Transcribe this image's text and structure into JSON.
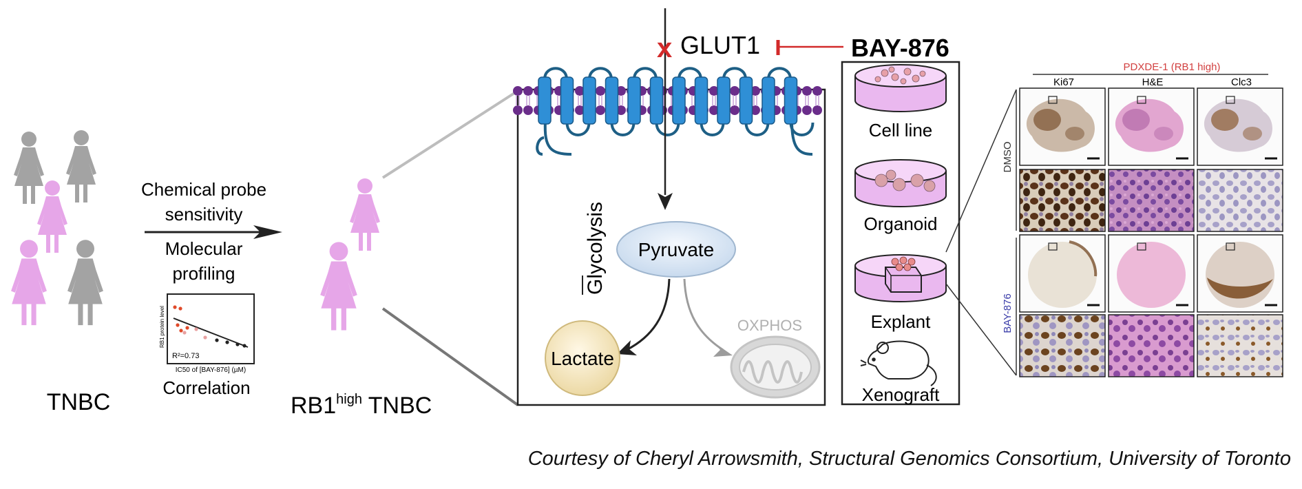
{
  "left": {
    "cohort_label": "TNBC",
    "arrow_text_top": [
      "Chemical probe",
      "sensitivity"
    ],
    "arrow_text_bottom": [
      "Molecular",
      "profiling"
    ],
    "scatter": {
      "ylabel": "RB1 protein level",
      "xlabel": "IC50 of [BAY-876] (µM)",
      "r2": "R²=0.73",
      "caption": "Correlation"
    },
    "selected_label_main": "RB1",
    "selected_label_sup": "high",
    "selected_label_suffix": " TNBC"
  },
  "cell": {
    "transporter": "GLUT1",
    "inhibitor": "BAY-876",
    "pathway": "Glycolysis",
    "pyruvate": "Pyruvate",
    "lactate": "Lactate",
    "oxphos": "OXPHOS"
  },
  "models": [
    "Cell line",
    "Organoid",
    "Explant",
    "Xenograft"
  ],
  "histology": {
    "title": "PDXDE-1 (RB1 high)",
    "columns": [
      "Ki67",
      "H&E",
      "Clc3"
    ],
    "rows": [
      "DMSO",
      "BAY-876"
    ]
  },
  "credit": "Courtesy of Cheryl Arrowsmith, Structural Genomics Consortium, University of Toronto",
  "colors": {
    "pink": "#e6a6e8",
    "gray": "#a3a3a3",
    "helix": "#2f8fd6",
    "lipid": "#6a2d8a",
    "red": "#d22a2a",
    "title_red": "#d24040",
    "bay_blue": "#3a3ca8"
  }
}
